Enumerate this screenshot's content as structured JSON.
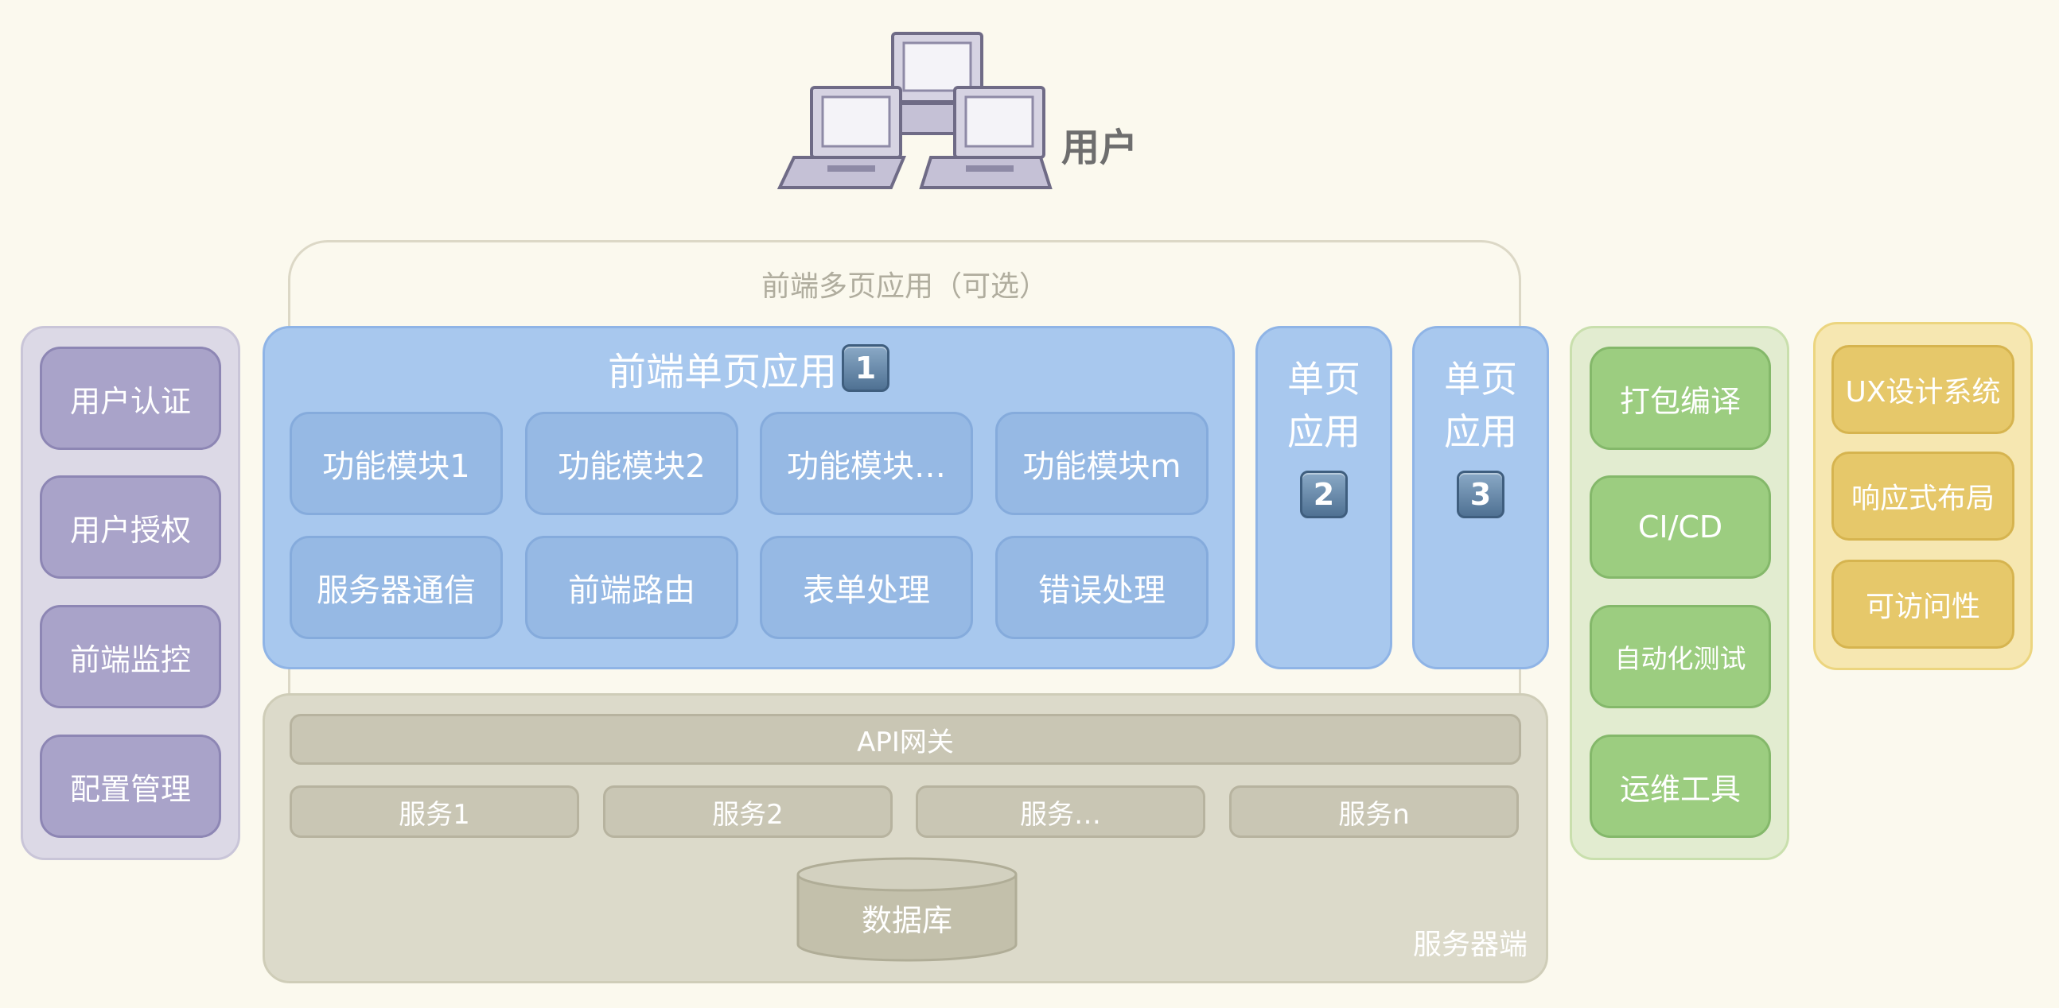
{
  "user": {
    "label": "用户"
  },
  "multipage": {
    "label": "前端多页应用（可选）"
  },
  "left_panel": {
    "items": [
      "用户认证",
      "用户授权",
      "前端监控",
      "配置管理"
    ]
  },
  "spa_main": {
    "title": "前端单页应用",
    "badge": "1",
    "modules": [
      "功能模块1",
      "功能模块2",
      "功能模块…",
      "功能模块m",
      "服务器通信",
      "前端路由",
      "表单处理",
      "错误处理"
    ]
  },
  "spa_2": {
    "line1": "单页",
    "line2": "应用",
    "badge": "2"
  },
  "spa_3": {
    "line1": "单页",
    "line2": "应用",
    "badge": "3"
  },
  "server": {
    "api_gateway": "API网关",
    "services": [
      "服务1",
      "服务2",
      "服务…",
      "服务n"
    ],
    "database": "数据库",
    "label": "服务器端"
  },
  "green_panel": {
    "items": [
      "打包编译",
      "CI/CD",
      "自动化测试",
      "运维工具"
    ]
  },
  "yellow_panel": {
    "items": [
      "UX设计系统",
      "响应式布局",
      "可访问性"
    ]
  },
  "colors": {
    "background": "#fbf9ee",
    "purple": "#a9a3c9",
    "blue": "#a8c8ee",
    "gray": "#c9c6b4",
    "green": "#9ccd80",
    "yellow": "#e6c86a"
  },
  "icons": {
    "users": "laptop-computers-icon"
  }
}
